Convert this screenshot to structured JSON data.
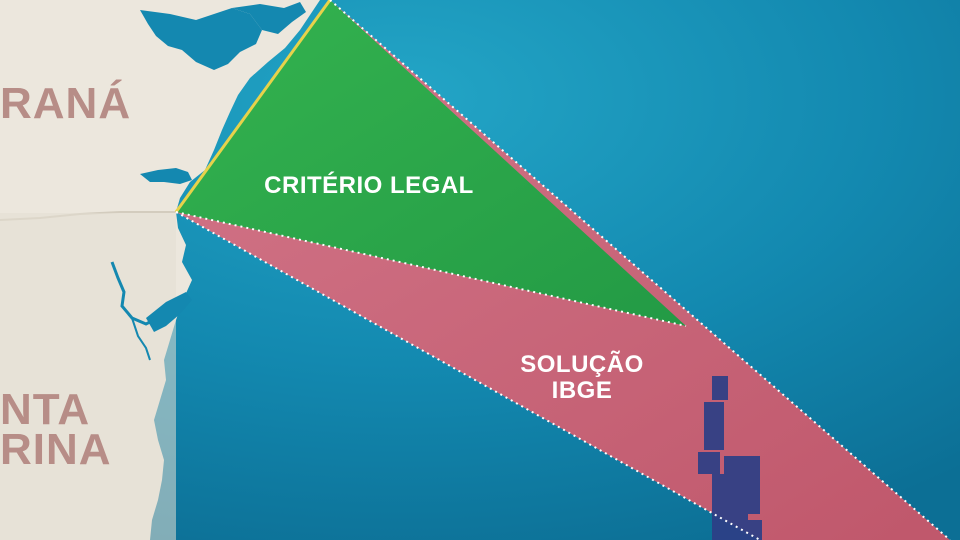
{
  "colors": {
    "ocean": "#0f7fa6",
    "ocean_light": "#22a7c8",
    "land": "#ece7dd",
    "land_shade": "#e2dcd0",
    "state_label": "#b78d87",
    "legal_zone": "#2ea94a",
    "ibge_zone": "#d46a7b",
    "coast_highlight": "#e7d24a",
    "blocks": "#2d3f86"
  },
  "states": {
    "north_partial": "RANÁ",
    "south_partial_line1": "NTA",
    "south_partial_line2": "RINA"
  },
  "zones": {
    "legal": {
      "label": "CRITÉRIO LEGAL"
    },
    "ibge": {
      "label_line1": "SOLUÇÃO",
      "label_line2": "IBGE"
    }
  }
}
